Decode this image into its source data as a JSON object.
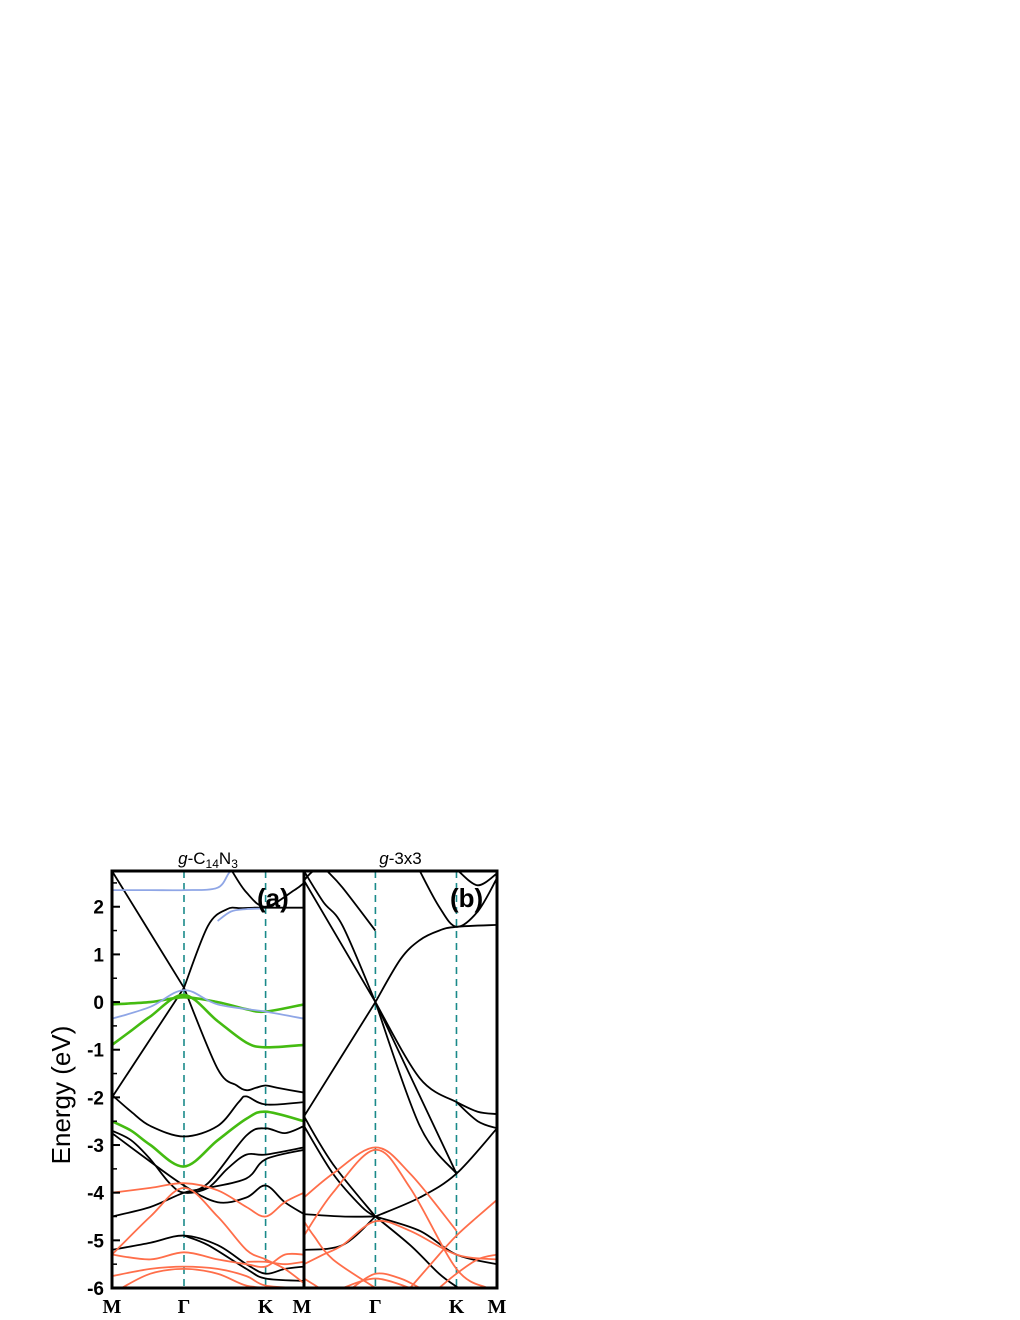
{
  "colors": {
    "black": "#000000",
    "green": "#44bb11",
    "blue": "#8fa6e6",
    "orange": "#ff6e4a",
    "kline": "#1a8a8a"
  },
  "chart_data": {
    "type": "line",
    "ylabel": "Energy (eV)",
    "ylim": [
      -6,
      2.75
    ],
    "yticks": [
      "2",
      "1",
      "0",
      "-1",
      "-2",
      "-3",
      "-4",
      "-5",
      "-6"
    ],
    "panels": [
      {
        "title_prefix": "g",
        "title_rest": "-C",
        "title_sub1": "14",
        "title_mid": "N",
        "title_sub2": "3",
        "letter": "(a)",
        "kpoints": [
          "M",
          "Γ",
          "K",
          "M"
        ],
        "kpos": [
          0,
          0.375,
          0.8,
          1.0
        ],
        "bands": [
          {
            "color": "black",
            "x": [
              0,
              0.375
            ],
            "y": [
              2.75,
              0.3
            ]
          },
          {
            "color": "black",
            "x": [
              0,
              0.375
            ],
            "y": [
              -2.0,
              0.3
            ]
          },
          {
            "color": "black",
            "x": [
              0.375,
              0.5,
              0.6,
              0.67,
              0.74,
              0.8,
              1.0
            ],
            "y": [
              0.3,
              1.6,
              1.95,
              1.97,
              1.98,
              1.98,
              1.98
            ]
          },
          {
            "color": "black",
            "x": [
              0.375,
              0.55,
              0.65,
              0.7,
              0.75,
              0.8,
              0.86,
              1.0
            ],
            "y": [
              0.3,
              -1.4,
              -1.75,
              -1.85,
              -1.8,
              -1.75,
              -1.8,
              -1.9
            ]
          },
          {
            "color": "black",
            "x": [
              0.625,
              0.7,
              0.8,
              0.95,
              1.0
            ],
            "y": [
              2.75,
              2.3,
              2.0,
              2.35,
              2.5
            ]
          },
          {
            "color": "black",
            "x": [
              0,
              0.1,
              0.2,
              0.375,
              0.55,
              0.66,
              0.7,
              0.8,
              1.0
            ],
            "y": [
              -1.95,
              -2.3,
              -2.6,
              -2.82,
              -2.6,
              -2.1,
              -1.98,
              -2.15,
              -2.1
            ]
          },
          {
            "color": "black",
            "x": [
              0,
              0.1,
              0.2,
              0.3,
              0.375,
              0.5,
              0.6,
              0.7,
              0.8,
              1.0
            ],
            "y": [
              -2.7,
              -2.9,
              -3.3,
              -3.8,
              -4.0,
              -3.9,
              -3.5,
              -3.2,
              -3.2,
              -3.05
            ]
          },
          {
            "color": "black",
            "x": [
              0,
              0.2,
              0.375,
              0.5,
              0.7,
              0.8,
              1.0
            ],
            "y": [
              -4.5,
              -4.3,
              -4.0,
              -3.9,
              -3.7,
              -3.3,
              -3.1
            ]
          },
          {
            "color": "black",
            "x": [
              0,
              0.15,
              0.375,
              0.55,
              0.7,
              0.8,
              0.9,
              1.0
            ],
            "y": [
              -2.75,
              -3.2,
              -3.85,
              -4.2,
              -4.1,
              -3.85,
              -4.2,
              -4.45
            ]
          },
          {
            "color": "black",
            "x": [
              0.375,
              0.5,
              0.7,
              0.8,
              0.9,
              1.0
            ],
            "y": [
              -4.0,
              -3.8,
              -2.8,
              -2.65,
              -2.75,
              -2.6
            ]
          },
          {
            "color": "black",
            "x": [
              0,
              0.2,
              0.375,
              0.55,
              0.7,
              0.8,
              0.9,
              1.0
            ],
            "y": [
              -5.2,
              -5.05,
              -4.9,
              -5.1,
              -5.5,
              -5.7,
              -5.6,
              -5.55
            ]
          },
          {
            "color": "black",
            "x": [
              0.375,
              0.5,
              0.7,
              0.8,
              1.0
            ],
            "y": [
              -4.9,
              -5.1,
              -5.6,
              -5.8,
              -5.85
            ]
          },
          {
            "color": "green",
            "x": [
              0,
              0.2,
              0.375,
              0.55,
              0.7,
              0.8,
              1.0
            ],
            "y": [
              -0.05,
              0.0,
              0.1,
              0.0,
              -0.15,
              -0.2,
              -0.05
            ]
          },
          {
            "color": "green",
            "x": [
              0,
              0.1,
              0.2,
              0.375,
              0.55,
              0.7,
              0.8,
              1.0
            ],
            "y": [
              -0.9,
              -0.6,
              -0.3,
              0.15,
              -0.4,
              -0.85,
              -0.95,
              -0.9
            ]
          },
          {
            "color": "green",
            "x": [
              0,
              0.1,
              0.2,
              0.375,
              0.55,
              0.7,
              0.8,
              1.0
            ],
            "y": [
              -2.5,
              -2.7,
              -3.0,
              -3.45,
              -2.9,
              -2.45,
              -2.3,
              -2.5
            ]
          },
          {
            "color": "blue",
            "x": [
              0,
              0.2,
              0.375,
              0.55,
              0.62,
              0.7,
              0.8,
              1.0
            ],
            "y": [
              2.35,
              2.35,
              2.35,
              2.4,
              2.75,
              2.75,
              2.75,
              2.75
            ]
          },
          {
            "color": "blue",
            "x": [
              0.55,
              0.62,
              0.7,
              0.78
            ],
            "y": [
              1.7,
              1.9,
              1.95,
              1.96
            ]
          },
          {
            "color": "blue",
            "x": [
              0,
              0.2,
              0.375,
              0.55,
              0.8,
              1.0
            ],
            "y": [
              -0.35,
              -0.1,
              0.25,
              -0.05,
              -0.2,
              -0.35
            ]
          },
          {
            "color": "orange",
            "x": [
              0,
              0.2,
              0.375,
              0.55,
              0.7,
              0.8,
              0.9,
              1.0
            ],
            "y": [
              -4.0,
              -3.9,
              -3.8,
              -3.95,
              -4.3,
              -4.5,
              -4.2,
              -4.0
            ]
          },
          {
            "color": "orange",
            "x": [
              0,
              0.2,
              0.375,
              0.55,
              0.7,
              0.8,
              0.9,
              1.0
            ],
            "y": [
              -5.3,
              -4.5,
              -3.9,
              -4.5,
              -5.2,
              -5.4,
              -5.6,
              -5.9
            ]
          },
          {
            "color": "orange",
            "x": [
              0,
              0.2,
              0.375,
              0.55,
              0.7,
              0.8,
              0.9,
              1.0
            ],
            "y": [
              -5.3,
              -5.4,
              -5.25,
              -5.4,
              -5.5,
              -5.55,
              -5.3,
              -5.3
            ]
          },
          {
            "color": "orange",
            "x": [
              0,
              0.2,
              0.375,
              0.55,
              0.7,
              0.8,
              1.0
            ],
            "y": [
              -5.75,
              -5.6,
              -5.55,
              -5.6,
              -5.75,
              -5.95,
              -6.0
            ]
          },
          {
            "color": "orange",
            "x": [
              0.05,
              0.2,
              0.375,
              0.55,
              0.7,
              0.85
            ],
            "y": [
              -6.0,
              -5.7,
              -5.6,
              -5.7,
              -5.95,
              -6.0
            ]
          },
          {
            "color": "orange",
            "x": [
              0.7,
              0.8,
              0.9,
              1.0
            ],
            "y": [
              -5.45,
              -5.45,
              -5.5,
              -5.45
            ]
          }
        ]
      },
      {
        "title_prefix": "g",
        "title_rest": "-3x3",
        "letter": "(b)",
        "kpoints": [
          "M",
          "Γ",
          "K",
          "M"
        ],
        "kpos": [
          0,
          0.37,
          0.79,
          1.0
        ],
        "bands": [
          {
            "color": "black",
            "x": [
              0,
              0.37
            ],
            "y": [
              2.55,
              0.0
            ]
          },
          {
            "color": "black",
            "x": [
              0,
              0.37
            ],
            "y": [
              -2.4,
              0.0
            ]
          },
          {
            "color": "black",
            "x": [
              0.37,
              0.5,
              0.6,
              0.7,
              0.79,
              1.0
            ],
            "y": [
              0.0,
              0.9,
              1.3,
              1.5,
              1.58,
              1.62
            ]
          },
          {
            "color": "black",
            "x": [
              0.37,
              0.6,
              0.79
            ],
            "y": [
              0.0,
              -1.6,
              -2.1
            ]
          },
          {
            "color": "black",
            "x": [
              0.37,
              0.79
            ],
            "y": [
              0.0,
              -3.6
            ]
          },
          {
            "color": "black",
            "x": [
              0.37,
              0.6,
              0.79
            ],
            "y": [
              0.0,
              -2.6,
              -3.6
            ]
          },
          {
            "color": "black",
            "x": [
              0.79,
              0.9,
              1.0
            ],
            "y": [
              -2.1,
              -2.3,
              -2.35
            ]
          },
          {
            "color": "black",
            "x": [
              0.79,
              0.9,
              1.0
            ],
            "y": [
              -2.1,
              -2.5,
              -2.65
            ]
          },
          {
            "color": "black",
            "x": [
              0.0,
              0.1,
              0.2,
              0.37
            ],
            "y": [
              2.75,
              2.1,
              1.6,
              0.0
            ]
          },
          {
            "color": "black",
            "x": [
              0.12,
              0.2,
              0.37
            ],
            "y": [
              2.75,
              2.4,
              1.5
            ]
          },
          {
            "color": "black",
            "x": [
              0.0,
              0.05,
              0.12
            ],
            "y": [
              2.55,
              2.75,
              2.75
            ]
          },
          {
            "color": "black",
            "x": [
              0.0,
              0.15,
              0.37
            ],
            "y": [
              -2.4,
              -3.4,
              -4.5
            ]
          },
          {
            "color": "black",
            "x": [
              0.0,
              0.2,
              0.37
            ],
            "y": [
              -5.2,
              -5.1,
              -4.5
            ]
          },
          {
            "color": "black",
            "x": [
              0.37,
              0.6,
              0.79,
              1.0
            ],
            "y": [
              -4.5,
              -4.1,
              -3.6,
              -2.65
            ]
          },
          {
            "color": "black",
            "x": [
              0.37,
              0.55,
              0.7,
              0.8
            ],
            "y": [
              -4.5,
              -5.1,
              -5.7,
              -6.0
            ]
          },
          {
            "color": "black",
            "x": [
              0.0,
              0.15,
              0.3,
              0.37
            ],
            "y": [
              -2.6,
              -3.6,
              -4.3,
              -4.5
            ]
          },
          {
            "color": "black",
            "x": [
              0.37,
              0.6,
              0.79,
              1.0
            ],
            "y": [
              -4.5,
              -4.8,
              -5.3,
              -5.5
            ]
          },
          {
            "color": "black",
            "x": [
              0.6,
              0.7,
              0.79,
              0.9,
              1.0
            ],
            "y": [
              2.75,
              2.0,
              1.58,
              1.9,
              2.6
            ]
          },
          {
            "color": "black",
            "x": [
              0.8,
              0.9,
              1.0
            ],
            "y": [
              2.75,
              2.45,
              2.7
            ]
          },
          {
            "color": "black",
            "x": [
              0.0,
              0.2,
              0.37
            ],
            "y": [
              -4.45,
              -4.5,
              -4.5
            ]
          },
          {
            "color": "orange",
            "x": [
              0.0,
              0.15,
              0.37,
              0.55,
              0.79
            ],
            "y": [
              -4.1,
              -3.6,
              -3.05,
              -3.6,
              -4.8
            ]
          },
          {
            "color": "orange",
            "x": [
              0.0,
              0.15,
              0.37,
              0.55,
              0.79,
              0.95
            ],
            "y": [
              -4.9,
              -4.0,
              -3.1,
              -3.9,
              -5.6,
              -6.0
            ]
          },
          {
            "color": "orange",
            "x": [
              0.0,
              0.1,
              0.2,
              0.37,
              0.55,
              0.79,
              1.0
            ],
            "y": [
              -5.5,
              -5.3,
              -5.1,
              -4.6,
              -4.8,
              -5.3,
              -5.4
            ]
          },
          {
            "color": "orange",
            "x": [
              0.0,
              0.05,
              0.15,
              0.37
            ],
            "y": [
              -4.6,
              -4.9,
              -5.4,
              -6.0
            ]
          },
          {
            "color": "orange",
            "x": [
              0.25,
              0.37,
              0.5,
              0.6
            ],
            "y": [
              -6.0,
              -5.7,
              -5.8,
              -6.0
            ]
          },
          {
            "color": "orange",
            "x": [
              0.2,
              0.37,
              0.55
            ],
            "y": [
              -6.0,
              -5.8,
              -6.0
            ]
          },
          {
            "color": "orange",
            "x": [
              0.55,
              0.7,
              0.79,
              0.9,
              1.0
            ],
            "y": [
              -6.0,
              -5.3,
              -4.9,
              -4.5,
              -4.15
            ]
          },
          {
            "color": "orange",
            "x": [
              0.7,
              0.79,
              0.9,
              1.0
            ],
            "y": [
              -6.0,
              -5.7,
              -5.4,
              -5.3
            ]
          },
          {
            "color": "orange",
            "x": [
              0.0,
              0.08
            ],
            "y": [
              -5.8,
              -6.0
            ]
          }
        ]
      }
    ]
  }
}
